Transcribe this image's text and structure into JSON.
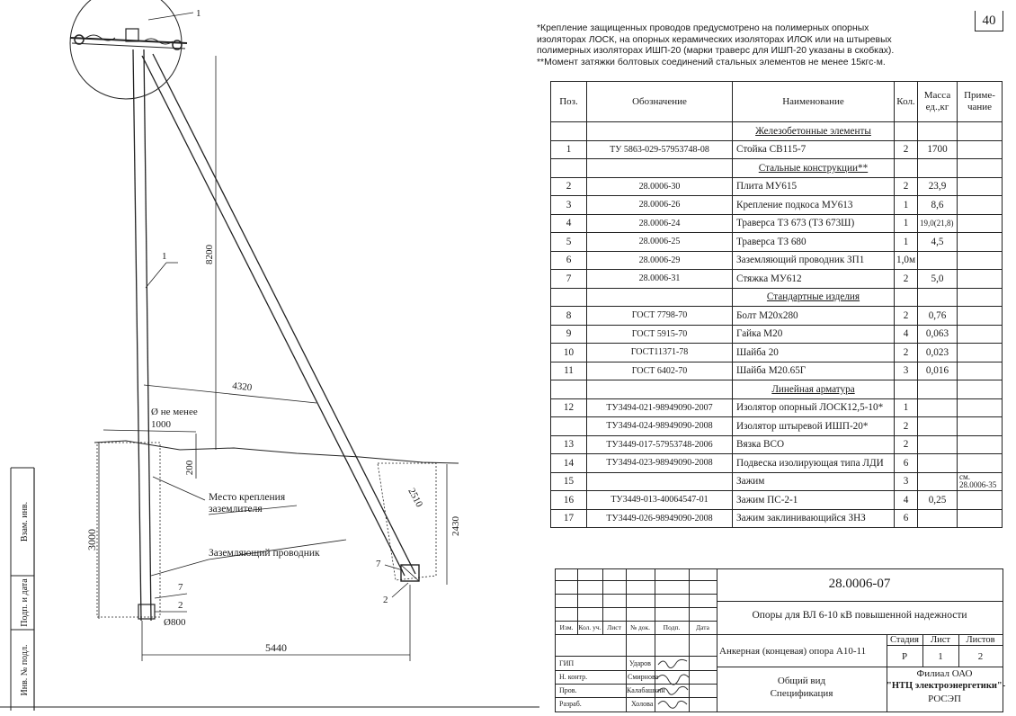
{
  "page_number": "40",
  "notes": [
    "*Крепление защищенных проводов предусмотрено на полимерных опорных",
    " изоляторах ЛОСК, на опорных керамических изоляторах ИЛОК или на штыревых",
    "полимерных изоляторах ИШП-20 (марки траверс для ИШП-20 указаны в скобках).",
    " **Момент затяжки болтовых соединений стальных элементов не менее  15кгс·м."
  ],
  "table": {
    "headers": {
      "pos": "Поз.",
      "designation": "Обозначение",
      "name": "Наименование",
      "qty": "Кол.",
      "mass": "Масса ед.,кг",
      "note": "Приме- чание"
    },
    "rows": [
      {
        "section": "Железобетонные элементы"
      },
      {
        "pos": "1",
        "designation": "ТУ 5863-029-57953748-08",
        "name": "Стойка СВ115-7",
        "qty": "2",
        "mass": "1700",
        "note": ""
      },
      {
        "section": "Стальные конструкции**"
      },
      {
        "pos": "2",
        "designation": "28.0006-30",
        "name": "Плита МУ615",
        "qty": "2",
        "mass": "23,9",
        "note": ""
      },
      {
        "pos": "3",
        "designation": "28.0006-26",
        "name": "Крепление подкоса МУ613",
        "qty": "1",
        "mass": "8,6",
        "note": ""
      },
      {
        "pos": "4",
        "designation": "28.0006-24",
        "name": "Траверса ТЗ 673 (ТЗ 673Ш)",
        "qty": "1",
        "mass": "19,0(21,8)",
        "note": ""
      },
      {
        "pos": "5",
        "designation": "28.0006-25",
        "name": "Траверса ТЗ 680",
        "qty": "1",
        "mass": "4,5",
        "note": ""
      },
      {
        "pos": "6",
        "designation": "28.0006-29",
        "name": "Заземляющий проводник ЗП1",
        "qty": "1,0м",
        "mass": "",
        "note": ""
      },
      {
        "pos": "7",
        "designation": "28.0006-31",
        "name": "Стяжка  МУ612",
        "qty": "2",
        "mass": "5,0",
        "note": ""
      },
      {
        "section": "Стандартные изделия"
      },
      {
        "pos": "8",
        "designation": "ГОСТ 7798-70",
        "name": "Болт М20х280",
        "qty": "2",
        "mass": "0,76",
        "note": ""
      },
      {
        "pos": "9",
        "designation": "ГОСТ 5915-70",
        "name": "Гайка М20",
        "qty": "4",
        "mass": "0,063",
        "note": ""
      },
      {
        "pos": "10",
        "designation": "ГОСТ11371-78",
        "name": "Шайба 20",
        "qty": "2",
        "mass": "0,023",
        "note": ""
      },
      {
        "pos": "11",
        "designation": "ГОСТ 6402-70",
        "name": "Шайба М20.65Г",
        "qty": "3",
        "mass": "0,016",
        "note": ""
      },
      {
        "section": "Линейная арматура"
      },
      {
        "pos": "12",
        "designation": "ТУ3494-021-98949090-2007",
        "name": "Изолятор опорный ЛОСК12,5-10*",
        "qty": "1",
        "mass": "",
        "note": ""
      },
      {
        "pos": "",
        "designation": "ТУ3494-024-98949090-2008",
        "name": "Изолятор штыревой ИШП-20*",
        "qty": "2",
        "mass": "",
        "note": ""
      },
      {
        "pos": "13",
        "designation": "ТУ3449-017-57953748-2006",
        "name": "Вязка ВСО",
        "qty": "2",
        "mass": "",
        "note": ""
      },
      {
        "pos": "14",
        "designation": "ТУ3494-023-98949090-2008",
        "name": "Подвеска изолирующая типа ЛДИ",
        "qty": "6",
        "mass": "",
        "note": ""
      },
      {
        "pos": "15",
        "designation": "",
        "name": "Зажим",
        "qty": "3",
        "mass": "",
        "note": "см. 28.0006-35"
      },
      {
        "pos": "16",
        "designation": "ТУ3449-013-40064547-01",
        "name": "Зажим ПС-2-1",
        "qty": "4",
        "mass": "0,25",
        "note": ""
      },
      {
        "pos": "17",
        "designation": "ТУ3449-026-98949090-2008",
        "name": "Зажим заклинивающийся ЗНЗ",
        "qty": "6",
        "mass": "",
        "note": ""
      }
    ]
  },
  "title_block": {
    "doc_code": "28.0006-07",
    "project": "Опоры для ВЛ 6-10 кВ повышенной надежности",
    "object": "Анкерная (концевая) опора А10-11",
    "sheet_title_1": "Общий вид",
    "sheet_title_2": "Спецификация",
    "stage_label": "Стадия",
    "sheet_label": "Лист",
    "sheets_label": "Листов",
    "stage": "Р",
    "sheet": "1",
    "sheets": "2",
    "org_1": "Филиал ОАО",
    "org_2": "\"НТЦ электроэнергетики\"-",
    "org_3": "РОСЭП",
    "col_labels": [
      "Изм.",
      "Кол. уч.",
      "Лист",
      "№ док.",
      "Подп.",
      "Дата"
    ],
    "roles": [
      {
        "role": "ГИП",
        "name": "Ударов"
      },
      {
        "role": "Н. контр.",
        "name": "Смирнова"
      },
      {
        "role": "Пров.",
        "name": "Калабашкин"
      },
      {
        "role": "Разраб.",
        "name": "Холова"
      }
    ]
  },
  "drawing": {
    "dims": {
      "height_pole": "8200",
      "span_top": "4320",
      "min_label_1": "Ø не менее",
      "min_value": "1000",
      "depth_small": "200",
      "depth_pole": "3000",
      "brace_len": "2510",
      "depth_brace": "2430",
      "base_diameter": "Ø800",
      "span_bottom": "5440"
    },
    "labels": {
      "callout_1a": "1",
      "callout_1b": "1",
      "callout_7a": "7",
      "callout_2a": "2",
      "callout_7b": "7",
      "callout_2b": "2",
      "ground_place_1": "Место крепления",
      "ground_place_2": "заземлителя",
      "ground_conductor": "Заземляющий проводник"
    },
    "margin": {
      "inv": "Инв. № подл.",
      "sign": "Подп. и дата",
      "inv2": "Взам. инв."
    }
  }
}
